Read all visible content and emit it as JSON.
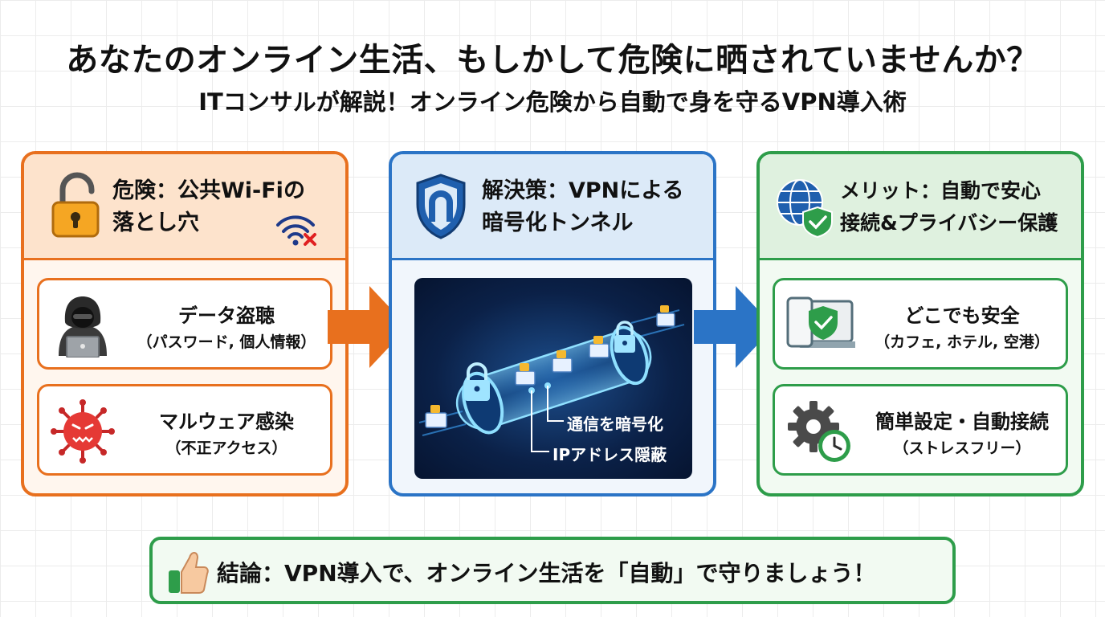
{
  "title": "あなたのオンライン生活、もしかして危険に晒されていませんか？",
  "subtitle": "ITコンサルが解説！オンライン危険から自動で身を守るVPN導入術",
  "danger": {
    "heading_line1": "危険：公共Wi-Fiの",
    "heading_line2": "落とし穴",
    "cards": [
      {
        "title": "データ盗聴",
        "subtitle": "（パスワード, 個人情報）"
      },
      {
        "title": "マルウェア感染",
        "subtitle": "（不正アクセス）"
      }
    ]
  },
  "solution": {
    "heading_line1": "解決策：VPNによる",
    "heading_line2": "暗号化トンネル",
    "label_encrypt": "通信を暗号化",
    "label_ip": "IPアドレス隠蔽"
  },
  "merit": {
    "heading_line1": "メリット：自動で安心",
    "heading_line2": "接続&プライバシー保護",
    "cards": [
      {
        "title": "どこでも安全",
        "subtitle": "（カフェ, ホテル, 空港）"
      },
      {
        "title": "簡単設定・自動接続",
        "subtitle": "（ストレスフリー）"
      }
    ]
  },
  "conclusion": "結論：VPN導入で、オンライン生活を「自動」で守りましょう！",
  "colors": {
    "danger": "#e8701e",
    "solution": "#2b74c6",
    "merit": "#2e9d4a"
  },
  "icons": {
    "danger_heading": "unlocked-padlock-icon",
    "danger_wifi": "wifi-error-icon",
    "solution_heading": "shield-icon",
    "merit_heading": "globe-shield-icon",
    "hacker": "hacker-icon",
    "virus": "virus-icon",
    "devices": "devices-shield-icon",
    "settings": "gear-clock-icon",
    "thumbs_up": "thumbs-up-icon"
  }
}
